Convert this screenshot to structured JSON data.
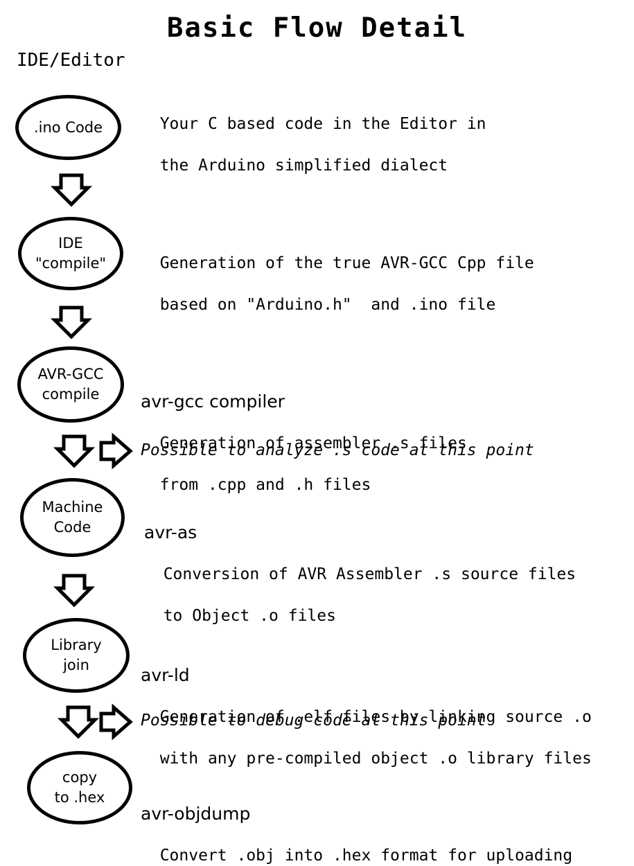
{
  "title": "Basic Flow Detail",
  "subtitle": "IDE/Editor",
  "steps": [
    {
      "node_lines": [
        ".ino Code"
      ],
      "command": "",
      "desc_lines": [
        "Your C based code in the Editor in",
        "the Arduino simplified dialect"
      ]
    },
    {
      "node_lines": [
        "IDE",
        "\"compile\""
      ],
      "command": "",
      "desc_lines": [
        "Generation of the true AVR-GCC Cpp file",
        "based on \"Arduino.h\"  and .ino file"
      ]
    },
    {
      "node_lines": [
        "AVR-GCC",
        "compile"
      ],
      "command": "avr-gcc compiler",
      "desc_lines": [
        "Generation of assembler .s files",
        "from .cpp and .h files"
      ]
    },
    {
      "node_lines": [
        "Machine",
        "Code"
      ],
      "command": "avr-as",
      "desc_lines": [
        "Conversion of AVR Assembler .s source files",
        "to Object .o files"
      ]
    },
    {
      "node_lines": [
        "Library",
        "join"
      ],
      "command": "avr-ld",
      "desc_lines": [
        "Generation of .elf files by linking source .o",
        "with any pre-compiled object .o library files"
      ]
    },
    {
      "node_lines": [
        "copy",
        "to .hex"
      ],
      "command": "avr-objdump",
      "desc_lines": [
        "Convert .obj into .hex format for uploading"
      ]
    }
  ],
  "notes": {
    "after_compile": "Possible to analyze .s code at this point",
    "after_link": "Possible to debug code at this point"
  }
}
